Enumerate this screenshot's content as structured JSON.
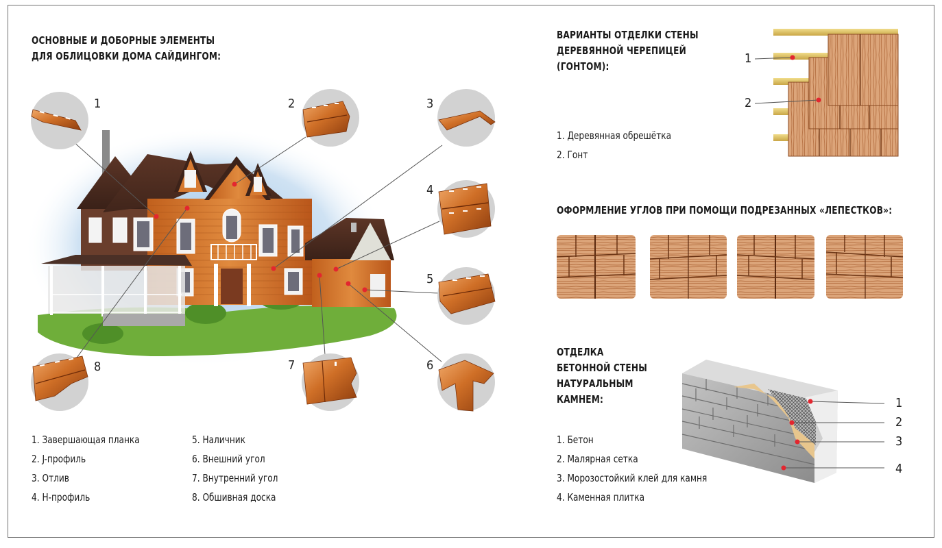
{
  "main_section": {
    "title_lines": [
      "ОСНОВНЫЕ И ДОБОРНЫЕ ЭЛЕМЕНТЫ",
      "ДЛЯ ОБЛИЦОВКИ ДОМА САЙДИНГОМ:"
    ],
    "callout_numbers": [
      "1",
      "2",
      "3",
      "4",
      "5",
      "6",
      "7",
      "8"
    ],
    "legend_left": [
      "1. Завершающая планка",
      "2. J-профиль",
      "3. Отлив",
      "4. Н-профиль"
    ],
    "legend_right": [
      "5. Наличник",
      "6. Внешний угол",
      "7. Внутренний угол",
      "8. Обшивная доска"
    ]
  },
  "shingle_section": {
    "title_lines": [
      "ВАРИАНТЫ ОТДЕЛКИ СТЕНЫ",
      "ДЕРЕВЯННОЙ ЧЕРЕПИЦЕЙ",
      "(ГОНТОМ):"
    ],
    "legend": [
      "1. Деревянная обрешётка",
      "2. Гонт"
    ],
    "callout_numbers": [
      "1",
      "2"
    ]
  },
  "corners_section": {
    "title": "ОФОРМЛЕНИЕ УГЛОВ ПРИ ПОМОЩИ ПОДРЕЗАННЫХ «ЛЕПЕСТКОВ»:"
  },
  "stone_section": {
    "title_lines": [
      "ОТДЕЛКА",
      "БЕТОННОЙ СТЕНЫ",
      "НАТУРАЛЬНЫМ",
      "КАМНЕМ:"
    ],
    "legend": [
      "1. Бетон",
      "2. Малярная сетка",
      "3. Морозостойкий клей для камня",
      "4. Каменная плитка"
    ],
    "callout_numbers": [
      "1",
      "2",
      "3",
      "4"
    ]
  },
  "colors": {
    "siding_orange": "#d2742a",
    "roof_brown": "#4a2c20",
    "marker_red": "#e3262f",
    "wood_light": "#e7b98f",
    "stone_gray": "#a7a7a7",
    "grass_green": "#6fae3a"
  }
}
